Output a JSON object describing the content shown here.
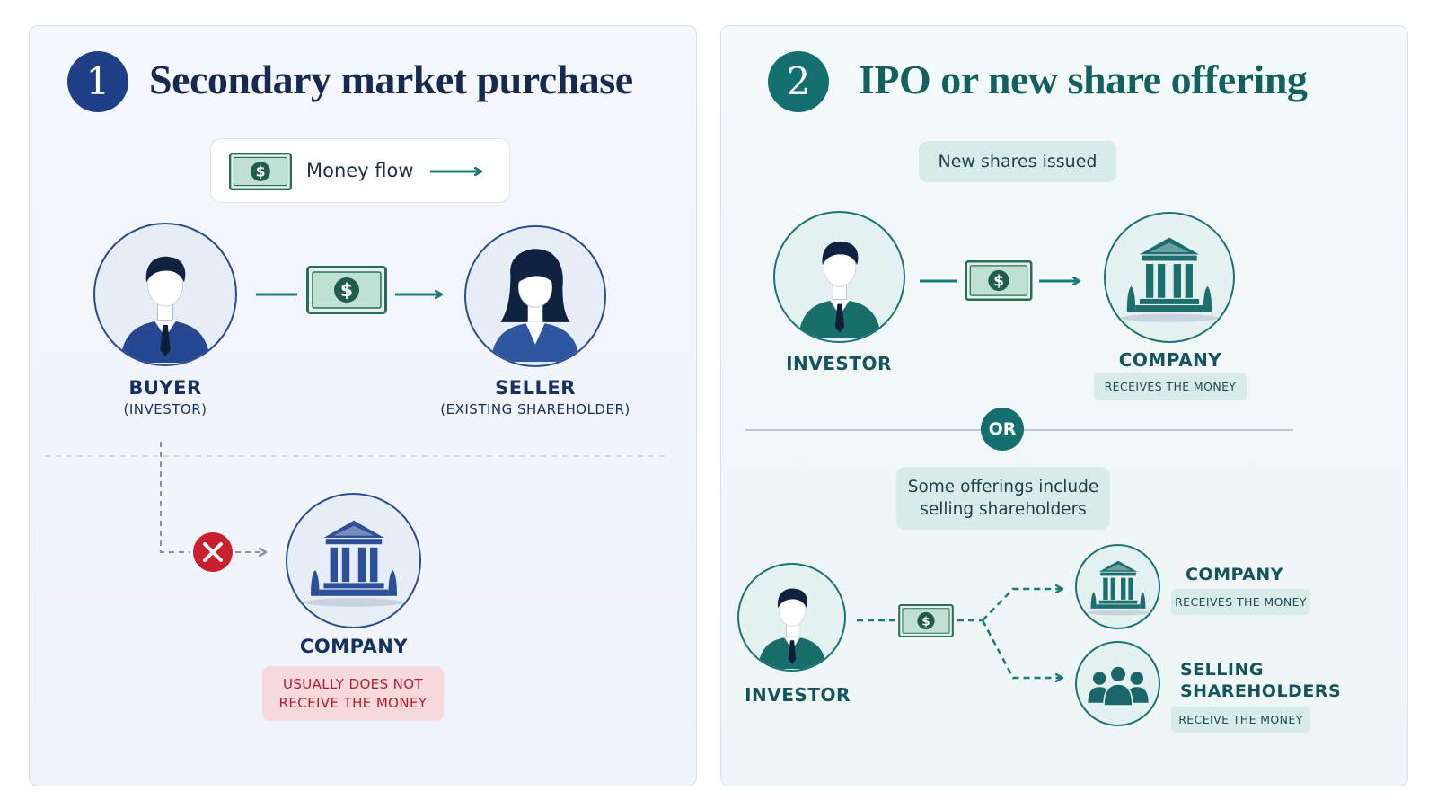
{
  "left": {
    "number": "1",
    "title": "Secondary market purchase",
    "legend_label": "Money flow",
    "buyer": {
      "label": "BUYER",
      "sub": "(INVESTOR)"
    },
    "seller": {
      "label": "SELLER",
      "sub": "(EXISTING SHAREHOLDER)"
    },
    "company": {
      "label": "COMPANY",
      "note_line1": "USUALLY DOES NOT",
      "note_line2": "RECEIVE THE MONEY"
    }
  },
  "right": {
    "number": "2",
    "title": "IPO or new share offering",
    "new_shares": "New shares issued",
    "investor_top": "INVESTOR",
    "company_top": {
      "label": "COMPANY",
      "badge": "RECEIVES THE MONEY"
    },
    "or_label": "OR",
    "note_line1": "Some offerings include",
    "note_line2": "selling shareholders",
    "investor_bottom": "INVESTOR",
    "company_bottom": {
      "label": "COMPANY",
      "badge": "RECEIVES THE MONEY"
    },
    "selling": {
      "line1": "SELLING",
      "line2": "SHAREHOLDERS",
      "badge": "RECEIVE THE MONEY"
    }
  },
  "colors": {
    "navy": "#1e3f86",
    "teal": "#13706f",
    "red": "#c8202e",
    "money_green": "#2f7d66"
  },
  "icons": [
    "dollar-bill-icon",
    "arrow-right-icon",
    "person-man-icon",
    "person-woman-icon",
    "bank-building-icon",
    "blocked-x-icon",
    "group-people-icon"
  ]
}
